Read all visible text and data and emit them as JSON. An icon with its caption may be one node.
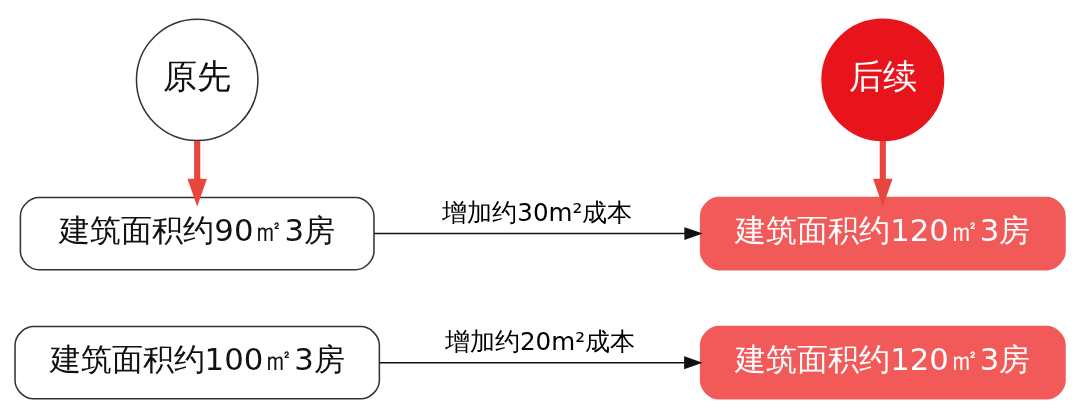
{
  "diagram": {
    "nodes": [
      {
        "text": [
          "原先"
        ]
      },
      {
        "text": [
          "后续"
        ]
      },
      {
        "text": [
          "建筑面积约90㎡3房"
        ]
      },
      {
        "text": [
          "建筑面积约100㎡3房"
        ]
      },
      {
        "text": [
          "建筑面积约120㎡3房"
        ]
      },
      {
        "text": [
          "建筑面积约120㎡3房"
        ]
      }
    ],
    "edges": [
      {
        "from": 0,
        "to": 2,
        "arrow": "to",
        "color": "#e8453c",
        "style": "thick"
      },
      {
        "from": 1,
        "to": 4,
        "arrow": "to",
        "color": "#e8453c",
        "style": "thick"
      },
      {
        "from": 2,
        "to": 4,
        "arrow": "to",
        "label": "增加约30m²成本",
        "color": "#111111"
      },
      {
        "from": 3,
        "to": 5,
        "arrow": "to",
        "label": "增加约20m²成本",
        "color": "#111111"
      }
    ]
  }
}
